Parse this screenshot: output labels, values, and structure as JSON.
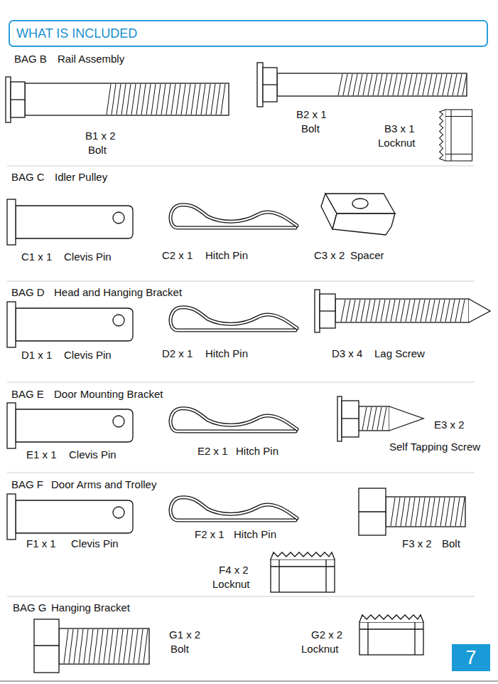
{
  "diagram": {
    "nodes": [
      {
        "text": [
          "WHAT IS INCLUDED"
        ]
      },
      {
        "text": [
          "7"
        ]
      }
    ],
    "labels": [
      "BAG B",
      "Rail Assembly",
      "B2 x 1",
      "Bolt",
      "B3 x 1",
      "Locknut",
      "B1 x 2",
      "Bolt",
      "BAG C",
      "Idler Pulley",
      "C1 x 1",
      "Clevis Pin",
      "C2 x 1",
      "Hitch Pin",
      "C3 x 2",
      "Spacer",
      "BAG D",
      "Head and Hanging Bracket",
      "D1 x 1",
      "Clevis Pin",
      "D2 x 1",
      "Hitch Pin",
      "D3 x 4",
      "Lag Screw",
      "BAG E",
      "Door Mounting Bracket",
      "E3 x 2",
      "Self Tapping Screw",
      "E1 x 1",
      "Clevis Pin",
      "E2 x 1",
      "Hitch Pin",
      "BAG F",
      "Door Arms and Trolley",
      "F1 x 1",
      "Clevis Pin",
      "F2 x 1",
      "Hitch Pin",
      "F3 x 2",
      "Bolt",
      "F4 x 2",
      "Locknut",
      "BAG G",
      "Hanging Bracket",
      "G1 x 2",
      "Bolt",
      "G2 x 2",
      "Locknut"
    ]
  }
}
